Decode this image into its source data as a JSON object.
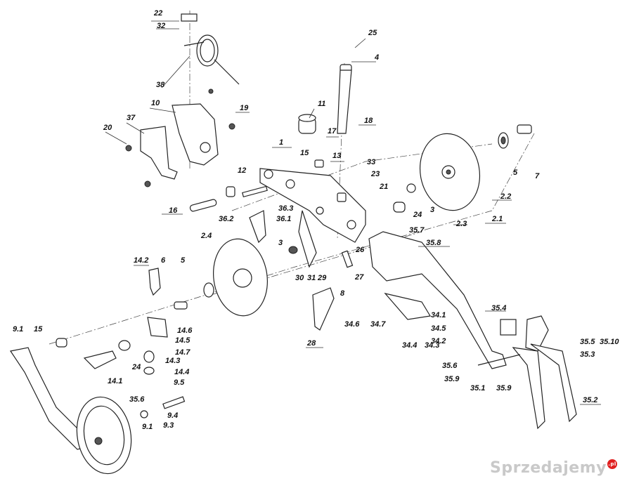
{
  "labels": [
    "22",
    "32",
    "25",
    "4",
    "38",
    "10",
    "19",
    "20",
    "37",
    "11",
    "17",
    "18",
    "1",
    "15",
    "13",
    "33",
    "23",
    "21",
    "12",
    "16",
    "36.3",
    "36.2",
    "36.1",
    "24",
    "3",
    "5",
    "7",
    "2.2",
    "2.3",
    "2.1",
    "35.7",
    "35.8",
    "2.4",
    "26",
    "27",
    "30",
    "31",
    "29",
    "8",
    "14.2",
    "6",
    "14.6",
    "14.5",
    "14.7",
    "14.3",
    "14.4",
    "9.1",
    "14.1",
    "9.5",
    "9.4",
    "9.3",
    "35.6",
    "34.6",
    "34.7",
    "34.1",
    "34.5",
    "34.2",
    "34.4",
    "34.3",
    "28",
    "35.4",
    "35.5",
    "35.10",
    "35.3",
    "35.9",
    "35.1",
    "35.2"
  ],
  "watermark": {
    "text": "Sprzedajemy",
    "badge": ".pl",
    "color": "#c9c9c9",
    "badge_color": "#e02020"
  }
}
